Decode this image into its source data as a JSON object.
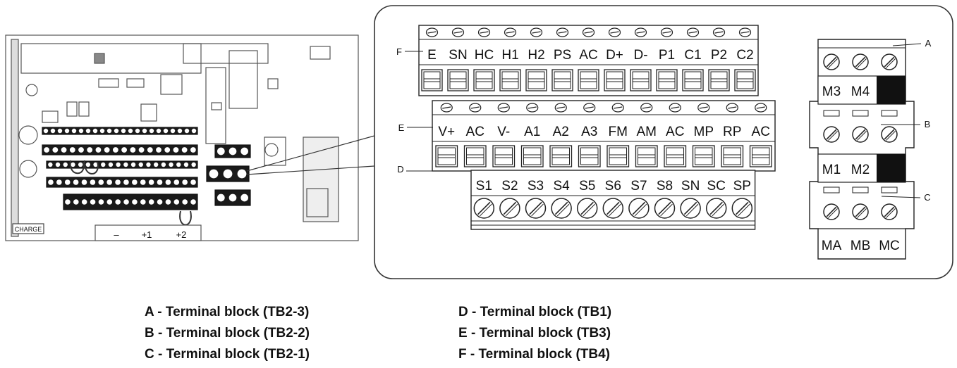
{
  "blocks": {
    "tb4": {
      "callout": "F",
      "labels": [
        "E",
        "SN",
        "HC",
        "H1",
        "H2",
        "PS",
        "AC",
        "D+",
        "D-",
        "P1",
        "C1",
        "P2",
        "C2"
      ]
    },
    "tb3": {
      "callout": "E",
      "labels": [
        "V+",
        "AC",
        "V-",
        "A1",
        "A2",
        "A3",
        "FM",
        "AM",
        "AC",
        "MP",
        "RP",
        "AC"
      ]
    },
    "tb1": {
      "callout": "D",
      "labels": [
        "S1",
        "S2",
        "S3",
        "S4",
        "S5",
        "S6",
        "S7",
        "S8",
        "SN",
        "SC",
        "SP"
      ]
    },
    "tb2_3": {
      "callout": "A",
      "labels": [
        "M3",
        "M4"
      ]
    },
    "tb2_2": {
      "callout": "B",
      "labels": [
        "M1",
        "M2"
      ]
    },
    "tb2_1": {
      "callout": "C",
      "labels": [
        "MA",
        "MB",
        "MC"
      ]
    }
  },
  "board": {
    "charge_label": "CHARGE",
    "bus_labels": [
      "–",
      "+1",
      "+2"
    ]
  },
  "legend": {
    "left": [
      {
        "letter": "A",
        "text": "A -  Terminal block (TB2-3)"
      },
      {
        "letter": "B",
        "text": "B -  Terminal block (TB2-2)"
      },
      {
        "letter": "C",
        "text": "C -  Terminal block (TB2-1)"
      }
    ],
    "right": [
      {
        "letter": "D",
        "text": "D -  Terminal block (TB1)"
      },
      {
        "letter": "E",
        "text": "E -  Terminal block (TB3)"
      },
      {
        "letter": "F",
        "text": "F -  Terminal block (TB4)"
      }
    ]
  }
}
